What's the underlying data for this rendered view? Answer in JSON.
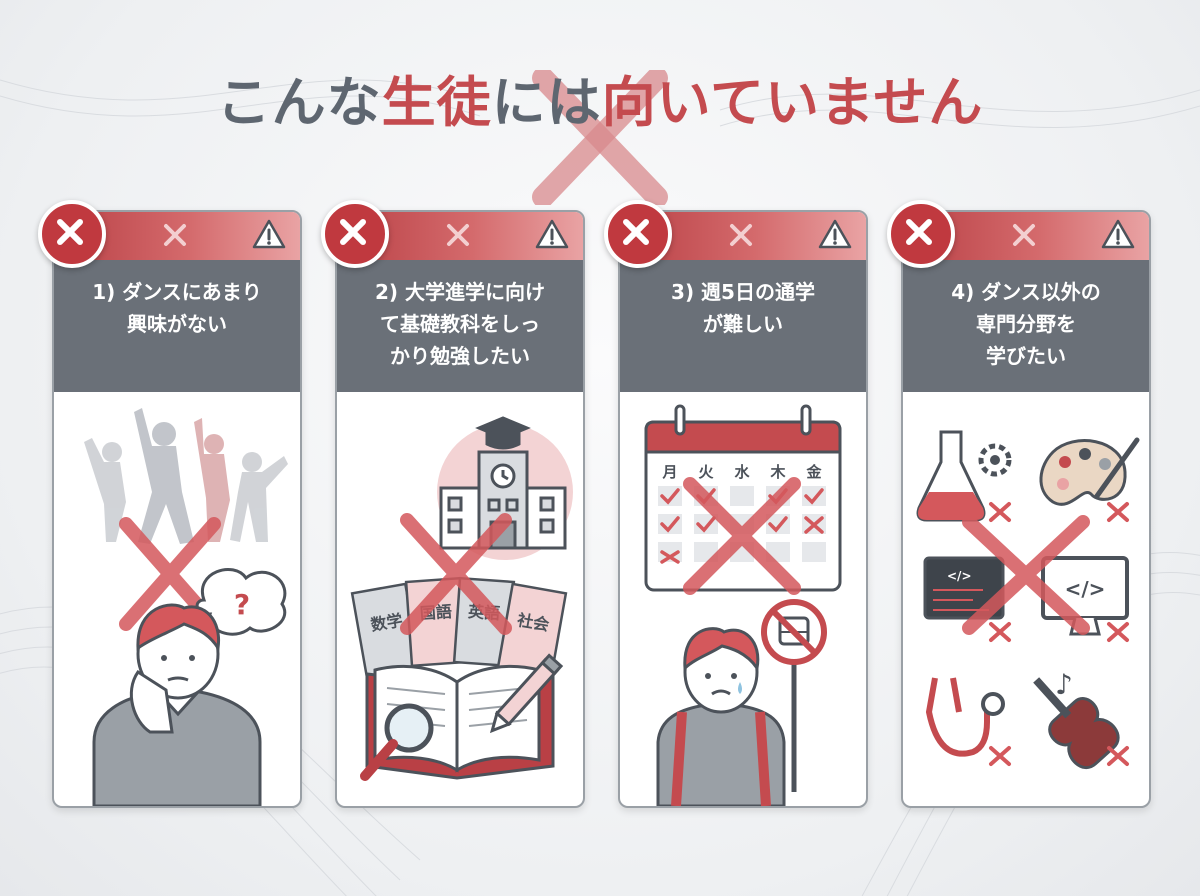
{
  "title": {
    "part1": "こんな",
    "part2": "生徒",
    "part3": "には",
    "part4": "向いていません"
  },
  "icons": {
    "badge": "x-circle-icon",
    "mid": "x-mark-icon",
    "warn": "warning-triangle-icon"
  },
  "colors": {
    "accent": "#c44b4f",
    "header_gray": "#6a7078",
    "title_gray": "#5e6670"
  },
  "cards": [
    {
      "title": "1) ダンスにあまり\n興味がない",
      "icon": "bored-student-icon",
      "question": "?"
    },
    {
      "title": "2) 大学進学に向け\nて基礎教科をしっ\nかり勉強したい",
      "icon": "school-books-icon",
      "subjects": [
        "数学",
        "国語",
        "英語",
        "社会"
      ]
    },
    {
      "title": "3) 週5日の通学\nが難しい",
      "icon": "calendar-icon",
      "days": [
        "月",
        "火",
        "水",
        "木",
        "金"
      ]
    },
    {
      "title": "4) ダンス以外の\n専門分野を\n学びたい",
      "icon": "specialty-fields-icon",
      "code_symbol": "</>",
      "note_symbol": "♪"
    }
  ]
}
